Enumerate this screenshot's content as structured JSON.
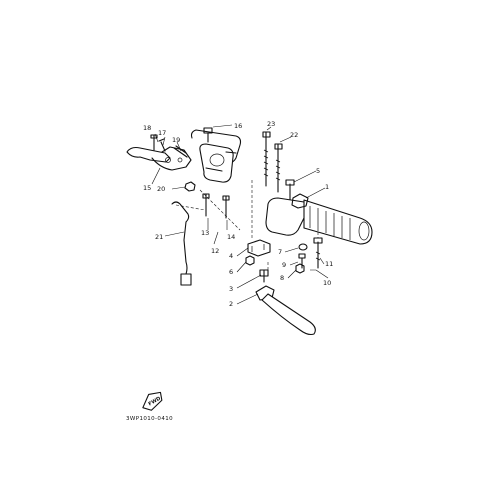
{
  "diagram": {
    "callouts": [
      "1",
      "2",
      "3",
      "4",
      "5",
      "6",
      "7",
      "8",
      "9",
      "10",
      "11",
      "12",
      "13",
      "14",
      "15",
      "16",
      "17",
      "18",
      "19",
      "20",
      "21",
      "22",
      "23"
    ],
    "direction_badge": "FWD",
    "drawing_code": "3WP1010-0410"
  }
}
